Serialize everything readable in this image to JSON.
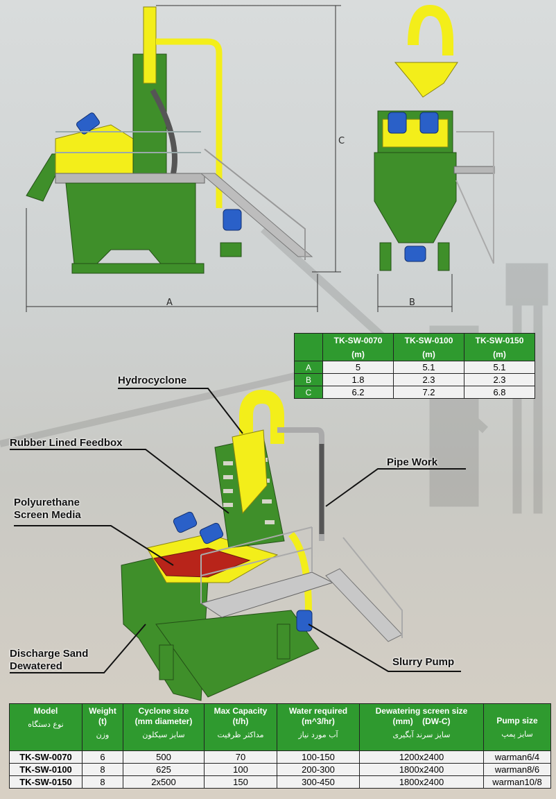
{
  "dimension_labels": {
    "a": "A",
    "b": "B",
    "c": "C"
  },
  "dimension_table": {
    "headers": [
      {
        "model": "TK-SW-0070",
        "unit": "(m)"
      },
      {
        "model": "TK-SW-0100",
        "unit": "(m)"
      },
      {
        "model": "TK-SW-0150",
        "unit": "(m)"
      }
    ],
    "rows": [
      {
        "key": "A",
        "values": [
          "5",
          "5.1",
          "5.1"
        ]
      },
      {
        "key": "B",
        "values": [
          "1.8",
          "2.3",
          "2.3"
        ]
      },
      {
        "key": "C",
        "values": [
          "6.2",
          "7.2",
          "6.8"
        ]
      }
    ]
  },
  "callouts": {
    "hydrocyclone": "Hydrocyclone",
    "feedbox": "Rubber Lined Feedbox",
    "screen_line1": "Polyurethane",
    "screen_line2": "Screen Media",
    "pipe_work": "Pipe Work",
    "discharge_line1": "Discharge Sand",
    "discharge_line2": "Dewatered",
    "slurry_pump": "Slurry Pump"
  },
  "spec_table": {
    "headers": [
      {
        "en1": "Model",
        "en2": "",
        "fa": "نوع دستگاه"
      },
      {
        "en1": "Weight",
        "en2": "(t)",
        "fa": "وزن"
      },
      {
        "en1": "Cyclone size",
        "en2": "(mm diameter)",
        "fa": "سایز سیکلون"
      },
      {
        "en1": "Max Capacity",
        "en2": "(t/h)",
        "fa": "مداکثر ظرفیت"
      },
      {
        "en1": "Water required",
        "en2": "(m^3/hr)",
        "fa": "آب مورد نیاز"
      },
      {
        "en1": "Dewatering screen size",
        "en2": "(mm)    (DW-C)",
        "fa": "سایز سرند آبگیری"
      },
      {
        "en1": "Pump size",
        "en2": "",
        "fa": "سایز پمپ"
      }
    ],
    "rows": [
      [
        "TK-SW-0070",
        "6",
        "500",
        "70",
        "100-150",
        "1200x2400",
        "warman6/4"
      ],
      [
        "TK-SW-0100",
        "8",
        "625",
        "100",
        "200-300",
        "1800x2400",
        "warman8/6"
      ],
      [
        "TK-SW-0150",
        "8",
        "2x500",
        "150",
        "300-450",
        "1800x2400",
        "warman10/8"
      ]
    ]
  },
  "colors": {
    "frame_green": "#3f8f2a",
    "cyclone_yellow": "#f3ee1a",
    "motor_blue": "#2a60c8",
    "header_green": "#2f9a2f",
    "rubber_red": "#b8241a"
  }
}
